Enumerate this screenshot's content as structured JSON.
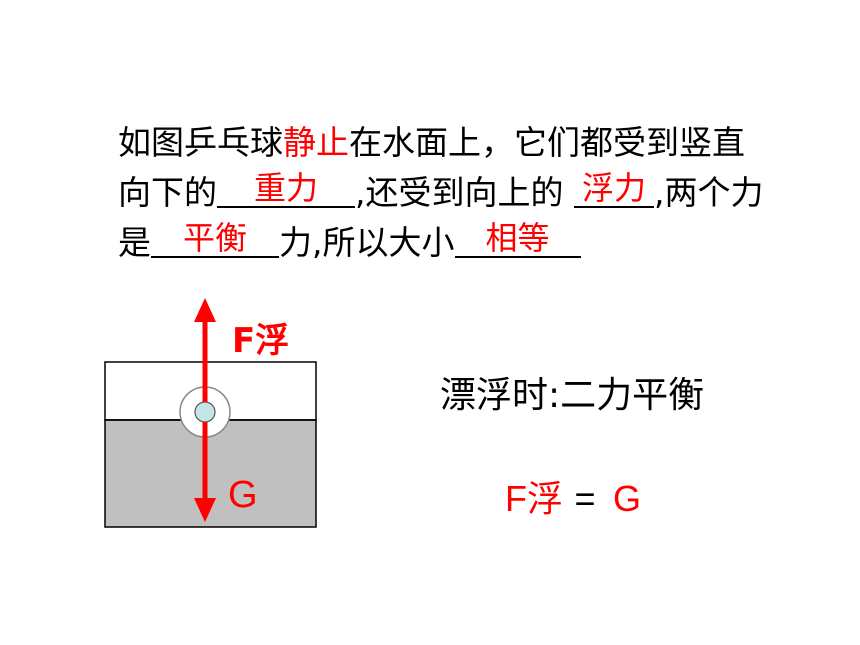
{
  "question": {
    "line1": {
      "p1": "如图乒乓球",
      "p2": "静止",
      "p3": "在水面上，它们都受到竖直"
    },
    "line2": {
      "p1": "向下的",
      "blank1": "重力",
      "p2": ",还受到向上的 ",
      "blank2": "浮力",
      "p3": ",两个力"
    },
    "line3": {
      "p1": "是",
      "blank3": "平衡",
      "p2": "力,所以大小",
      "blank4": "相等"
    }
  },
  "diagram": {
    "buoyancy_label": "F浮",
    "gravity_label": "G"
  },
  "conclusion": {
    "title": "漂浮时:二力平衡",
    "eq_f": "F",
    "eq_fu": "浮",
    "eq_sign": "=",
    "eq_g": "G"
  },
  "colors": {
    "answer": "#ff0000",
    "air": "#ffffff",
    "water": "#c0c0c0",
    "ball": "#c6e6e6",
    "arrow": "#ff0000"
  }
}
